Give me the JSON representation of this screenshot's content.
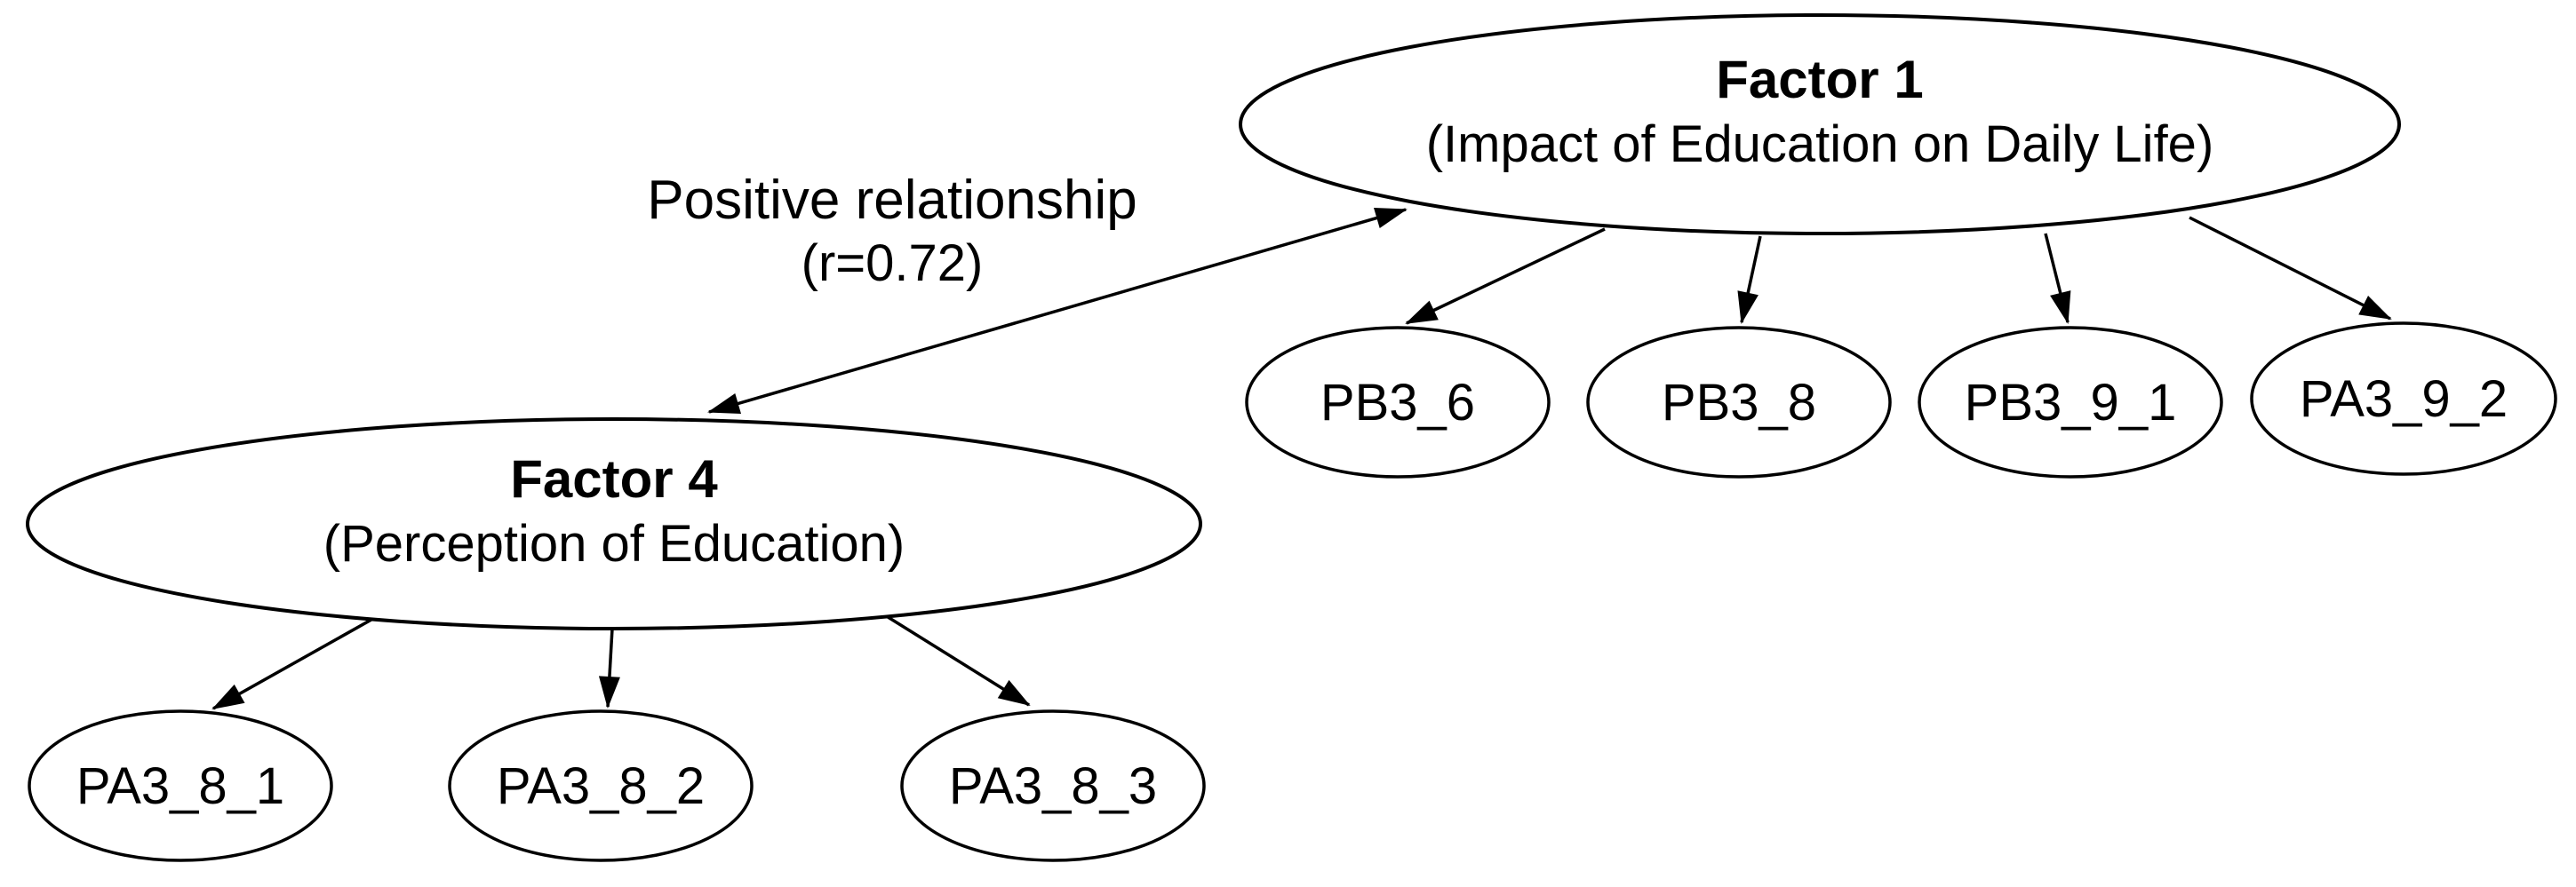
{
  "diagram": {
    "background_color": "#ffffff",
    "line_color": "#000000",
    "correlation": {
      "label": "Positive relationship",
      "value": "(r=0.72)"
    },
    "factor1": {
      "title": "Factor 1",
      "subtitle": "(Impact of Education on Daily Life)",
      "indicators": [
        "PB3_6",
        "PB3_8",
        "PB3_9_1",
        "PA3_9_2"
      ]
    },
    "factor4": {
      "title": "Factor 4",
      "subtitle": "(Perception of Education)",
      "indicators": [
        "PA3_8_1",
        "PA3_8_2",
        "PA3_8_3"
      ]
    }
  }
}
